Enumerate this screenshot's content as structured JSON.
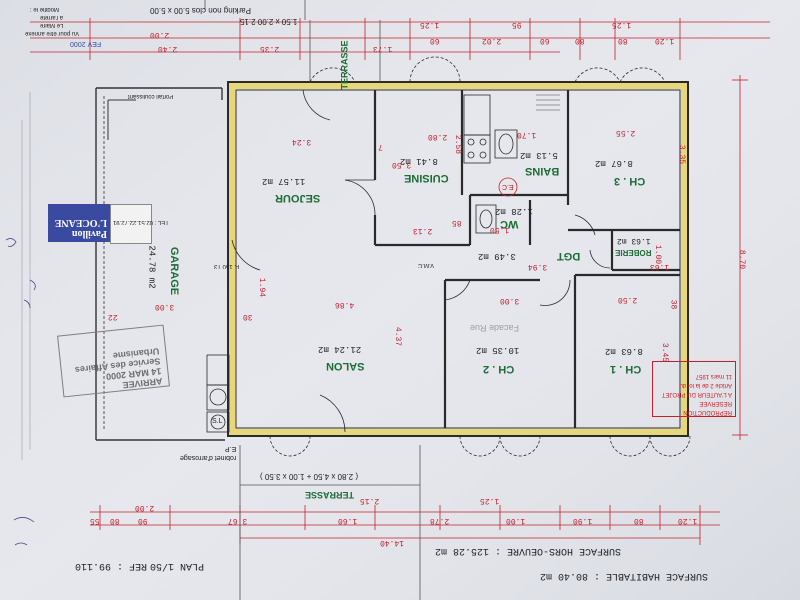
{
  "title_block": {
    "plan": "PLAN  1/50",
    "ref": "REF : 99.110",
    "surface_habitable": "SURFACE HABITABLE : 80.40 m2",
    "surface_hors_oeuvre": "SURFACE HORS-OEUVRE : 125.28 m2"
  },
  "rooms": {
    "sejour": {
      "name": "SEJOUR",
      "area": "11.57 m2"
    },
    "salon": {
      "name": "SALON",
      "area": "21.24 m2"
    },
    "garage": {
      "name": "GARAGE",
      "area": "24.78 m2"
    },
    "cuisine": {
      "name": "CUISINE",
      "area": "8.41 m2"
    },
    "bains": {
      "name": "BAINS",
      "area": "5.13 m2"
    },
    "ch3": {
      "name": "CH . 3",
      "area": "8.67 m2"
    },
    "wc": {
      "name": "WC",
      "area": "1.28 m2"
    },
    "dgt": {
      "name": "DGT",
      "area": "3.49 m2"
    },
    "roberie": {
      "name": "ROBERIE",
      "area": "1.63 m2"
    },
    "ch2": {
      "name": "CH . 2",
      "area": "10.35 m2"
    },
    "ch1": {
      "name": "CH . 1",
      "area": "8.63 m2"
    },
    "terrasse_top": {
      "name": "TERRASSE"
    },
    "terrasse_bottom": {
      "name": "TERRASSE"
    }
  },
  "annotations": {
    "parking": "Parking non clos  5.00 x 5.00",
    "parking_dim": "1.50 x 2.00   2.15",
    "terrasse_dims": "( 2.80 x 4.50 + 1.00 x 3.50 )",
    "robinet": "robinet d'arrosage",
    "ep": "E.P",
    "ec": "E.C",
    "sl": "S.L",
    "portail": "Portail coulissant",
    "plafond": "P. 150 T3",
    "facade": "Facade Rue",
    "vmc": "V.M.C",
    "modif_line1": "Modifié le :",
    "modif_line2": "Vu pour être annexé",
    "modif_line3": "Le Maire",
    "modif_line4": "à l'arrêté",
    "stamp_date": "FEV 2000"
  },
  "pavillon": {
    "name": "Pavillon L'OCEANE",
    "tel": "TEL : 02.51.22.72.91"
  },
  "repro_notice": [
    "REPRODUCTION RESERVEE",
    "A L'AUTEUR DU PROJET",
    "Article 2 de la loi du",
    "11 mars 1957"
  ],
  "arrivee_stamp": [
    "ARRIVEE",
    "14 MAR 2000",
    "Service des Affaires",
    "Urbanisme"
  ],
  "dims_top": [
    "2.00",
    "2.40",
    "2.35",
    "1.73",
    "2.02",
    "1.25",
    "95",
    "60",
    "1.20",
    "80",
    "1.25",
    "60",
    "80"
  ],
  "dims_bottom": [
    "2.00",
    "80",
    "55",
    "90",
    "3.67",
    "1.60",
    "2.78",
    "1.00",
    "1.90",
    "80",
    "1.20",
    "1.25",
    "2.15",
    "14.40"
  ],
  "dims_inner": [
    "3.24",
    "3.50",
    "2.80",
    "2.58",
    "1.70",
    "2.55",
    "3.35",
    "2.13",
    "3.94",
    "1.63",
    "1.00",
    "2.50",
    "3.00",
    "3.45",
    "4.86",
    "4.37",
    "1.94",
    "3.00",
    "8.70",
    "85",
    "7",
    "1.50",
    "38",
    "22",
    "30"
  ]
}
